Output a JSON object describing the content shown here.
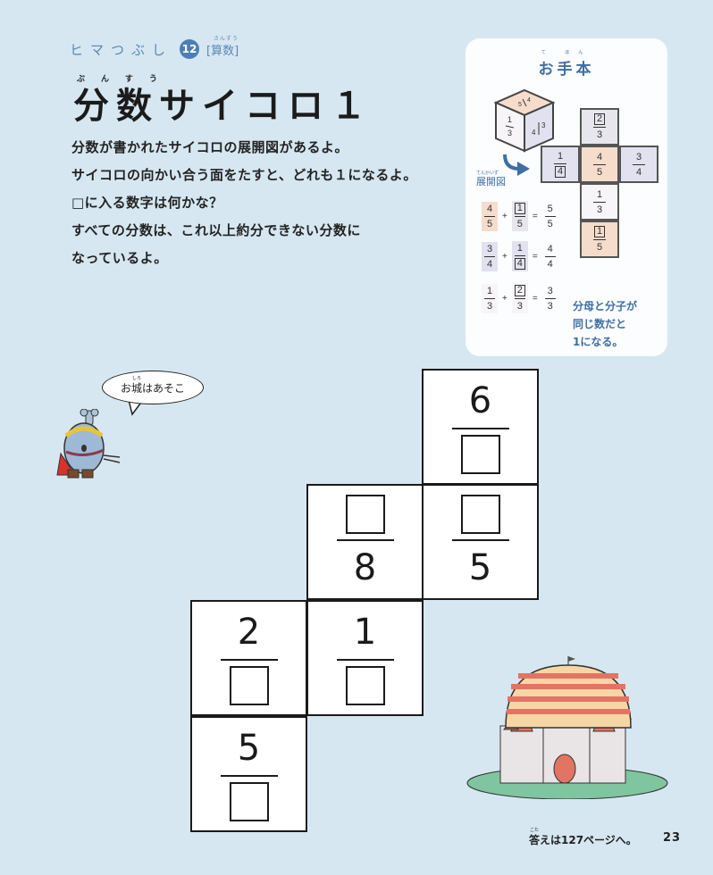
{
  "header": {
    "series": "ヒマつぶし",
    "number": "12",
    "subject": "[算数]",
    "subject_ruby": "さんすう"
  },
  "title": {
    "text": "分数サイコロ１",
    "ruby": "ぶんすう"
  },
  "instructions": [
    "分数が書かれたサイコロの展開図があるよ。",
    "サイコロの向かい合う面をたすと、どれも１になるよ。",
    "□に入る数字は何かな？",
    "すべての分数は、これ以上約分できない分数に",
    "なっているよ。"
  ],
  "example": {
    "title": "お手本",
    "title_ruby": "て ほん",
    "net_label": "展開図",
    "net_label_ruby": "てんかいず",
    "colors": {
      "orange": "#f6dccb",
      "purple": "#e2e1ef",
      "gray": "#e7e6ec",
      "white": "#f7f5f8"
    },
    "net": [
      {
        "num": "2",
        "den": "3",
        "boxed": "num",
        "color": "gray"
      },
      {
        "num": "1",
        "den": "4",
        "boxed": "den",
        "color": "purple"
      },
      {
        "num": "4",
        "den": "5",
        "boxed": "none",
        "color": "orange"
      },
      {
        "num": "3",
        "den": "4",
        "boxed": "none",
        "color": "purple"
      },
      {
        "num": "1",
        "den": "3",
        "boxed": "none",
        "color": "white"
      },
      {
        "num": "1",
        "den": "5",
        "boxed": "num",
        "color": "orange"
      }
    ],
    "cube_faces": {
      "top": "4/5",
      "front": "1/3",
      "right": "3/4"
    },
    "equations": [
      {
        "a": [
          "4",
          "5"
        ],
        "b": [
          "1",
          "5"
        ],
        "b_boxed": "num",
        "sum": [
          "5",
          "5"
        ],
        "color": "orange"
      },
      {
        "a": [
          "3",
          "4"
        ],
        "b": [
          "1",
          "4"
        ],
        "b_boxed": "den",
        "sum": [
          "4",
          "4"
        ],
        "color": "purple"
      },
      {
        "a": [
          "1",
          "3"
        ],
        "b": [
          "2",
          "3"
        ],
        "b_boxed": "num",
        "sum": [
          "3",
          "3"
        ],
        "color": "white"
      }
    ],
    "plus": "+",
    "equals": "=",
    "note_lines": [
      "分母と分子が",
      "同じ数だと",
      "1になる。"
    ]
  },
  "puzzle": {
    "cells": [
      {
        "num": "6",
        "den": "□"
      },
      {
        "num": "□",
        "den": "8"
      },
      {
        "num": "□",
        "den": "5"
      },
      {
        "num": "2",
        "den": "□"
      },
      {
        "num": "1",
        "den": "□"
      },
      {
        "num": "5",
        "den": "□"
      }
    ]
  },
  "character": {
    "speech": "お城はあそこ",
    "speech_ruby": "しろ"
  },
  "footer": {
    "answer_note": "答えは127ページへ。",
    "answer_ruby": "こた",
    "page_number": "23"
  }
}
